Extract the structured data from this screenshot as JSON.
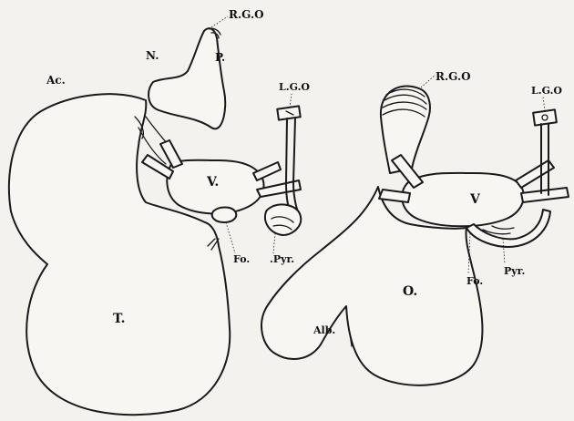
{
  "figure": {
    "left_specimen": {
      "labels": {
        "rgo": "R.G.O",
        "n": "N.",
        "p": "P.",
        "ac": "Ac.",
        "lgo": "L.G.O",
        "v": "V.",
        "fo": "Fo.",
        "pyr": ".Pyr.",
        "t": "T."
      }
    },
    "right_specimen": {
      "labels": {
        "rgo": "R.G.O",
        "lgo": "L.G.O",
        "v": "V",
        "pyr": "Pyr.",
        "fo": "Fo.",
        "o": "O.",
        "alb": "Alb."
      }
    }
  }
}
